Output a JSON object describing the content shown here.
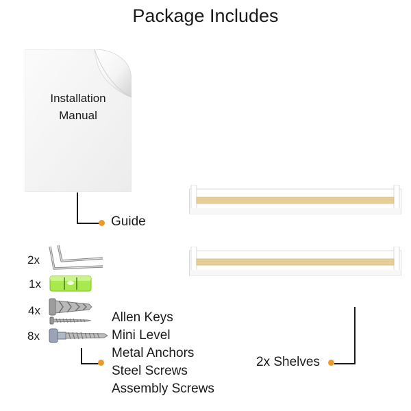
{
  "title": "Package Includes",
  "manual": {
    "line1": "Installation",
    "line2": "Manual"
  },
  "guide_label": "Guide",
  "hardware": {
    "quantities": [
      "2x",
      "1x",
      "4x",
      "8x"
    ],
    "labels": [
      "Allen Keys",
      "Mini Level",
      "Metal Anchors",
      "Steel Screws",
      "Assembly Screws"
    ]
  },
  "shelves_label": "2x Shelves",
  "colors": {
    "accent_dot": "#ee9a2b",
    "wood": "#e6cf9c",
    "shelf": "#ffffff",
    "level_green": "#a8ea4d"
  }
}
